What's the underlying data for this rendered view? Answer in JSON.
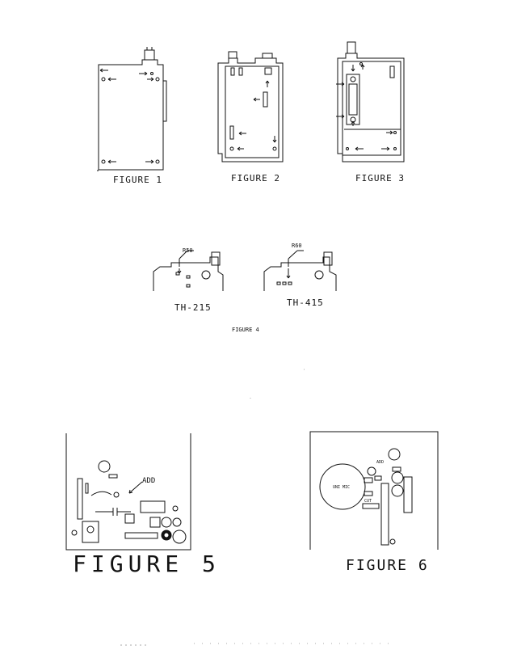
{
  "figures": {
    "fig1": {
      "caption": "FIGURE 1"
    },
    "fig2": {
      "caption": "FIGURE 2"
    },
    "fig3": {
      "caption": "FIGURE 3"
    },
    "fig4": {
      "caption": "FIGURE 4",
      "left": {
        "part": "R50",
        "model": "TH-215"
      },
      "right": {
        "part": "R60",
        "model": "TH-415"
      }
    },
    "fig5": {
      "caption": "FIGURE 5",
      "label": "ADD"
    },
    "fig6": {
      "caption": "FIGURE 6",
      "label_add": "ADD",
      "label_cut": "CUT",
      "mic_label": "UNI MIC"
    }
  }
}
